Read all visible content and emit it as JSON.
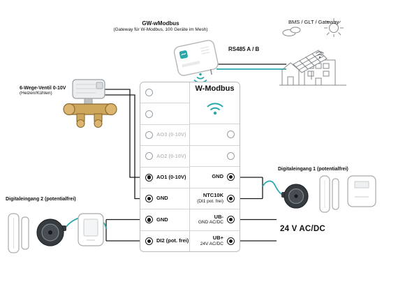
{
  "colors": {
    "accent_teal": "#29a8ab",
    "wire_black": "#1a1a1a",
    "muted_label": "#bfc2c4",
    "brass": "#cfa75c"
  },
  "gateway": {
    "title": "GW-wModbus",
    "subtitle": "(Gateway für W-Modbus, 100 Geräte im Mesh)"
  },
  "labels": {
    "rs485": "RS485 A / B",
    "bms": "BMS / GLT / Gateway",
    "wmodbus": "W-Modbus",
    "valve_title": "6-Wege-Ventil 0-10V",
    "valve_subtitle": "(Heizen/Kühlen)",
    "digital_input_2": "Digitaleingang 2 (potentialfrei)",
    "digital_input_1": "Digitaleingang 1 (potentialfrei)",
    "power": "24 V AC/DC"
  },
  "terminals": {
    "left": [
      {
        "label": "",
        "state": "empty"
      },
      {
        "label": "",
        "state": "empty"
      },
      {
        "label": "AO3 (0-10V)",
        "state": "muted"
      },
      {
        "label": "AO2 (0-10V)",
        "state": "muted"
      },
      {
        "label": "AO1 (0-10V)",
        "state": "active"
      },
      {
        "label": "GND",
        "state": "active"
      },
      {
        "label": "GND",
        "state": "active"
      },
      {
        "label": "DI2 (pot. frei)",
        "state": "active"
      }
    ],
    "right": [
      {
        "line1": "",
        "line2": "",
        "state": "empty"
      },
      {
        "line1": "",
        "line2": "",
        "state": "empty"
      },
      {
        "line1": "GND",
        "line2": "",
        "state": "active"
      },
      {
        "line1": "NTC10K",
        "line2": "(DI1 pot. frei)",
        "state": "active"
      },
      {
        "line1": "UB-",
        "line2": "GND AC/DC",
        "state": "active"
      },
      {
        "line1": "UB+",
        "line2": "24V AC/DC",
        "state": "active"
      }
    ]
  },
  "icons": {
    "wifi": "wifi-icon (arcs + dot)",
    "sun": "sun-icon (circle + rays)",
    "cloud": "cloud-icon"
  }
}
